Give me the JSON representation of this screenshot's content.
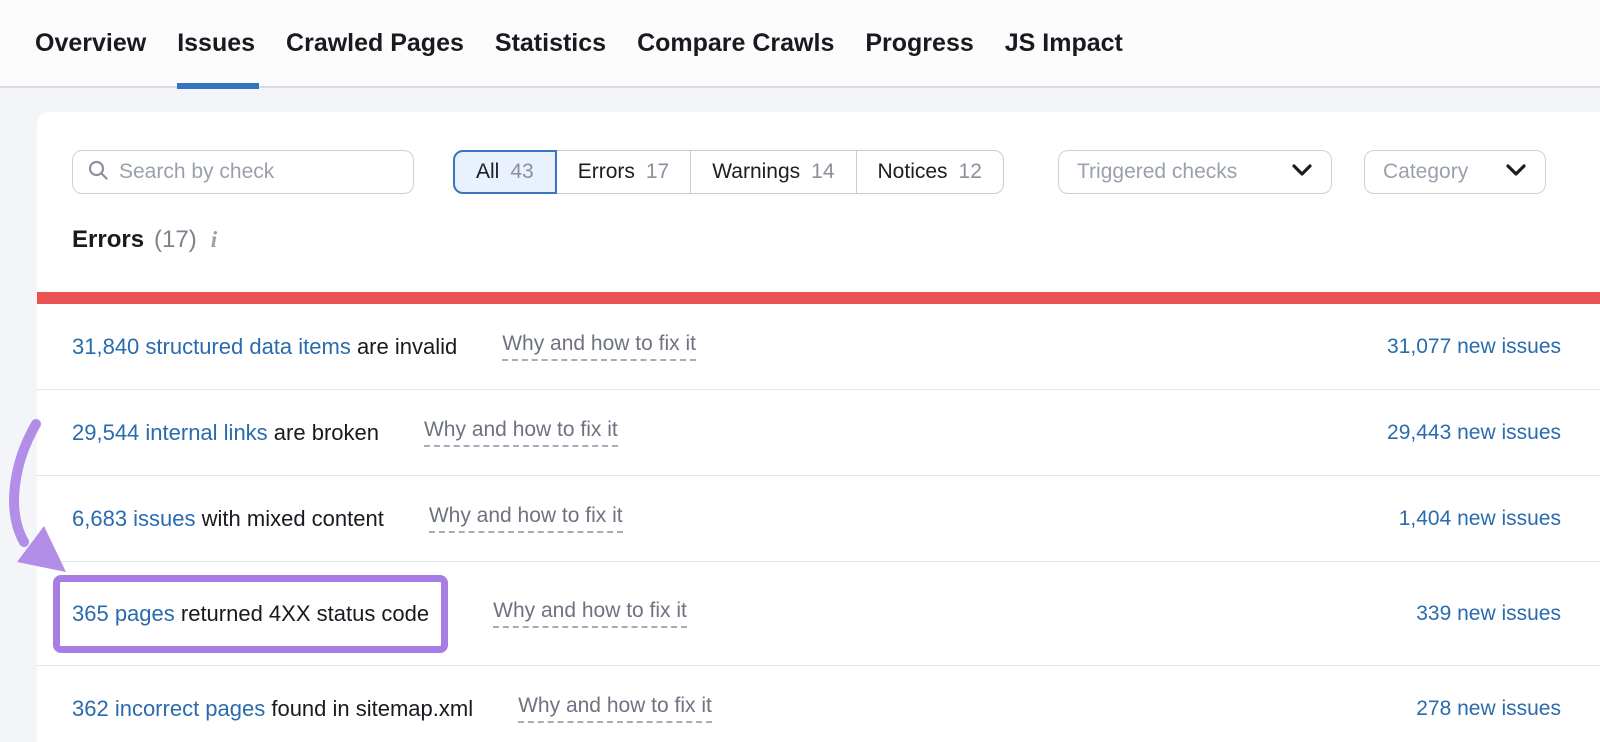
{
  "nav": {
    "tabs": [
      {
        "label": "Overview"
      },
      {
        "label": "Issues"
      },
      {
        "label": "Crawled Pages"
      },
      {
        "label": "Statistics"
      },
      {
        "label": "Compare Crawls"
      },
      {
        "label": "Progress"
      },
      {
        "label": "JS Impact"
      }
    ],
    "active_tab": "Issues"
  },
  "toolbar": {
    "search": {
      "placeholder": "Search by check",
      "value": ""
    },
    "filters": [
      {
        "label": "All",
        "count": "43",
        "selected": true
      },
      {
        "label": "Errors",
        "count": "17",
        "selected": false
      },
      {
        "label": "Warnings",
        "count": "14",
        "selected": false
      },
      {
        "label": "Notices",
        "count": "12",
        "selected": false
      }
    ],
    "dropdowns": [
      {
        "label": "Triggered checks"
      },
      {
        "label": "Category"
      }
    ]
  },
  "section": {
    "title": "Errors",
    "count": "(17)"
  },
  "issues": [
    {
      "link": "31,840 structured data items",
      "rest": " are invalid",
      "why": "Why and how to fix it",
      "new_issues": "31,077 new issues"
    },
    {
      "link": "29,544 internal links",
      "rest": " are broken",
      "why": "Why and how to fix it",
      "new_issues": "29,443 new issues"
    },
    {
      "link": "6,683 issues",
      "rest": " with mixed content",
      "why": "Why and how to fix it",
      "new_issues": "1,404 new issues"
    },
    {
      "link": "365 pages",
      "rest": " returned 4XX status code",
      "why": "Why and how to fix it",
      "new_issues": "339 new issues",
      "highlighted": true
    },
    {
      "link": "362 incorrect pages",
      "rest": " found in sitemap.xml",
      "why": "Why and how to fix it",
      "new_issues": "278 new issues"
    }
  ],
  "colors": {
    "accent_blue": "#3474c1",
    "link_blue": "#2a6bae",
    "error_red": "#ea5352",
    "annotation_purple": "#a77de3",
    "selected_filter_bg": "#e9f1fc"
  }
}
